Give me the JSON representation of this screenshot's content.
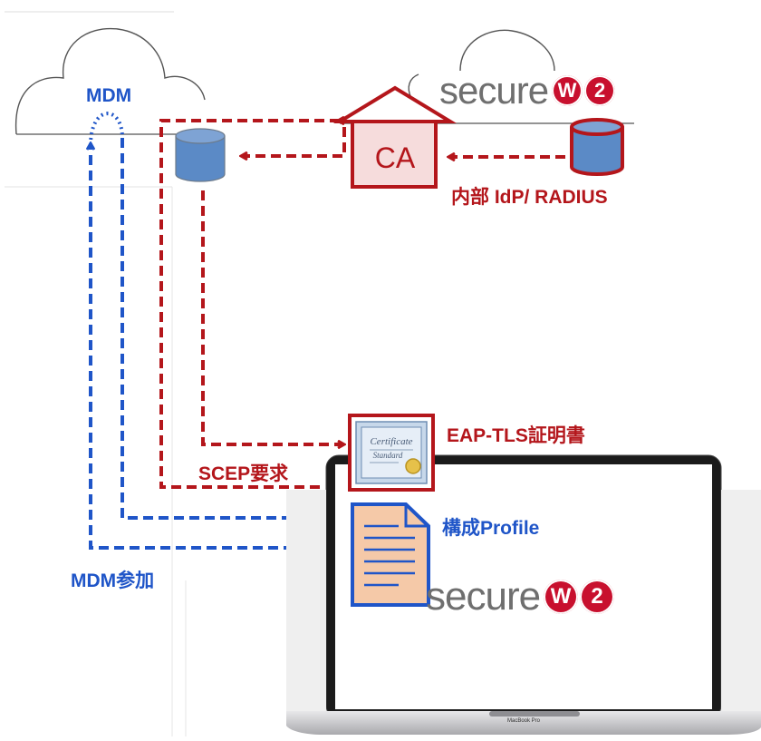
{
  "labels": {
    "mdm": "MDM",
    "ca": "CA",
    "internal_idp": "内部 IdP/ RADIUS",
    "eap_tls_cert": "EAP-TLS証明書",
    "scep_request": "SCEP要求",
    "config_profile": "構成Profile",
    "mdm_enroll": "MDM参加",
    "certificate_title": "Certificate",
    "certificate_subtitle": "Standard",
    "laptop_brand": "MacBook Pro"
  },
  "logos": {
    "top": {
      "word": "secure",
      "letter": "W",
      "number": "2"
    },
    "laptop": {
      "word": "secure",
      "letter": "W",
      "number": "2"
    }
  },
  "colors": {
    "blue_flow": "#1f55c8",
    "red_flow": "#b4161b",
    "db_blue": "#5b8ac6",
    "ca_fill": "#f6dcdc",
    "logo_red": "#c8102e",
    "profile_fill": "#f5c9a8"
  }
}
